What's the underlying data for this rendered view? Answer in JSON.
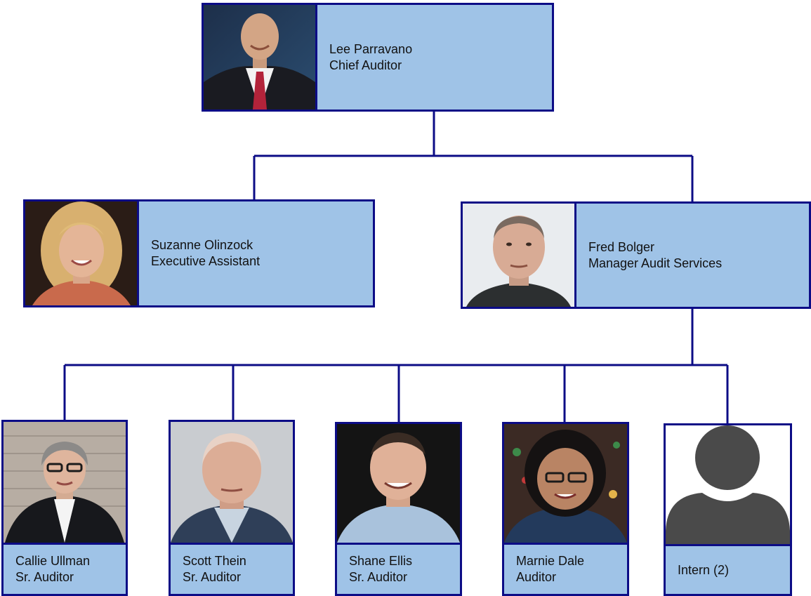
{
  "org_chart": {
    "chief": {
      "name": "Lee Parravano",
      "title": "Chief Auditor",
      "photo_icon": "headshot-photo-lee-parravano"
    },
    "assistant": {
      "name": "Suzanne Olinzock",
      "title": "Executive Assistant",
      "photo_icon": "headshot-photo-suzanne-olinzock"
    },
    "manager": {
      "name": "Fred Bolger",
      "title": "Manager Audit Services",
      "photo_icon": "headshot-photo-fred-bolger"
    },
    "staff": [
      {
        "name": "Callie Ullman",
        "title": "Sr. Auditor",
        "photo_icon": "headshot-photo-callie-ullman"
      },
      {
        "name": "Scott Thein",
        "title": "Sr. Auditor",
        "photo_icon": "headshot-photo-scott-thein"
      },
      {
        "name": "Shane Ellis",
        "title": "Sr. Auditor",
        "photo_icon": "headshot-photo-shane-ellis"
      },
      {
        "name": "Marnie Dale",
        "title": "Auditor",
        "photo_icon": "headshot-photo-marnie-dale"
      },
      {
        "name": "Intern (2)",
        "title": "",
        "photo_icon": "person-placeholder-icon"
      }
    ]
  },
  "colors": {
    "card_fill": "#9fc3e7",
    "card_border": "#0c0c86",
    "connector": "#0c0c86",
    "placeholder_figure": "#4a4a4a"
  }
}
